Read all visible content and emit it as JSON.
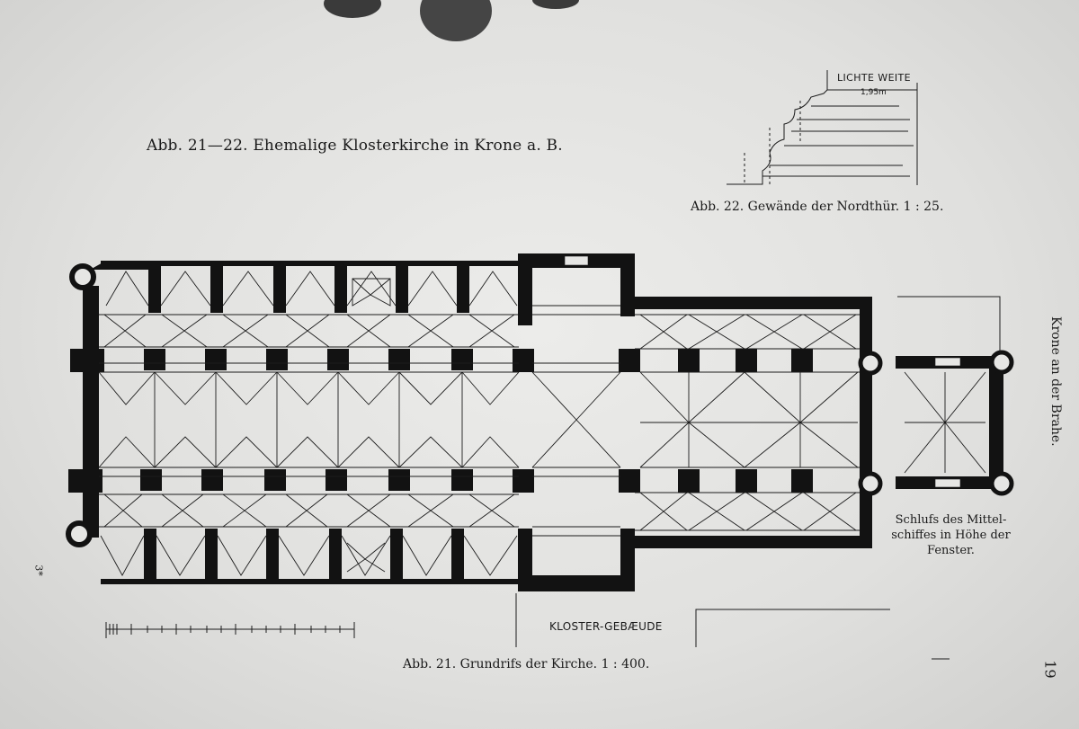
{
  "figure_title": "Abb. 21—22.  Ehemalige Klosterkirche in Krone a. B.",
  "fig22": {
    "caption": "Abb. 22.  Gewände der Nordthür.  1 : 25.",
    "label_top": "LICHTE WEITE",
    "label_dim": "1,95m"
  },
  "fig21": {
    "caption": "Abb. 21.  Grundrifs der Kirche.  1 : 400.",
    "annex_label": "KLOSTER-GEBÆUDE"
  },
  "note": "Schlufs des Mittel-schiffes in Höhe der Fenster.",
  "side_title": "Krone an der Brahe.",
  "page_number": "19",
  "signature_mark": "3*",
  "colors": {
    "ink": "#121212",
    "paper": "#e6e6e4"
  }
}
